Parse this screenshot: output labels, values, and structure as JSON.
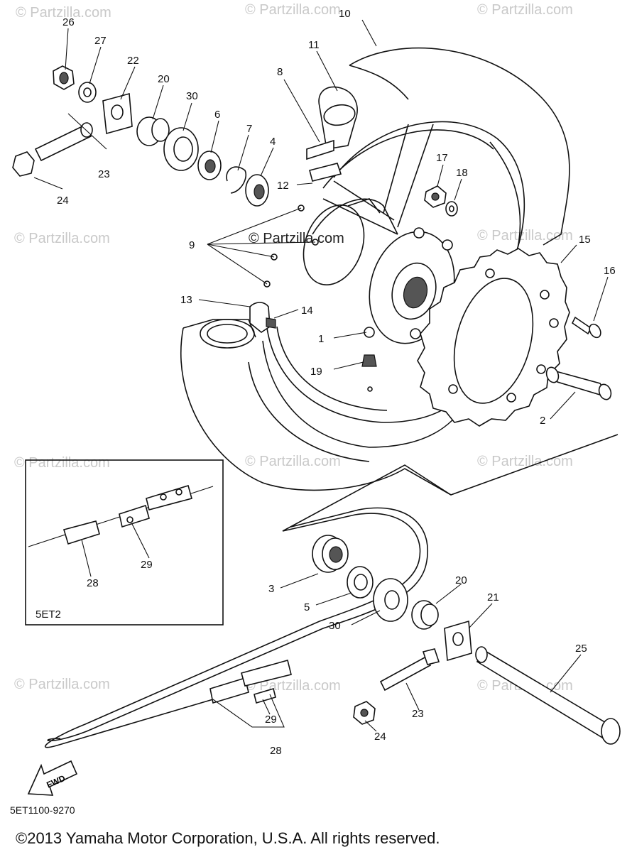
{
  "watermark": "© Partzilla.com",
  "center_watermark": "© Partzilla.com",
  "drawing_code": "5ET1100-9270",
  "inset_label": "5ET2",
  "fwd_label": "FWD",
  "copyright": "©2013  Yamaha Motor Corporation, U.S.A. All rights reserved.",
  "callouts": [
    {
      "id": "c26",
      "text": "26"
    },
    {
      "id": "c27",
      "text": "27"
    },
    {
      "id": "c22",
      "text": "22"
    },
    {
      "id": "c20a",
      "text": "20"
    },
    {
      "id": "c30a",
      "text": "30"
    },
    {
      "id": "c6",
      "text": "6"
    },
    {
      "id": "c7",
      "text": "7"
    },
    {
      "id": "c4",
      "text": "4"
    },
    {
      "id": "c8",
      "text": "8"
    },
    {
      "id": "c11",
      "text": "11"
    },
    {
      "id": "c10",
      "text": "10"
    },
    {
      "id": "c12",
      "text": "12"
    },
    {
      "id": "c17",
      "text": "17"
    },
    {
      "id": "c18",
      "text": "18"
    },
    {
      "id": "c23a",
      "text": "23"
    },
    {
      "id": "c24a",
      "text": "24"
    },
    {
      "id": "c9",
      "text": "9"
    },
    {
      "id": "c15",
      "text": "15"
    },
    {
      "id": "c16",
      "text": "16"
    },
    {
      "id": "c13",
      "text": "13"
    },
    {
      "id": "c14",
      "text": "14"
    },
    {
      "id": "c1",
      "text": "1"
    },
    {
      "id": "c19",
      "text": "19"
    },
    {
      "id": "c2",
      "text": "2"
    },
    {
      "id": "c28a",
      "text": "28"
    },
    {
      "id": "c29a",
      "text": "29"
    },
    {
      "id": "c3",
      "text": "3"
    },
    {
      "id": "c5",
      "text": "5"
    },
    {
      "id": "c30b",
      "text": "30"
    },
    {
      "id": "c20b",
      "text": "20"
    },
    {
      "id": "c21",
      "text": "21"
    },
    {
      "id": "c25",
      "text": "25"
    },
    {
      "id": "c23b",
      "text": "23"
    },
    {
      "id": "c24b",
      "text": "24"
    },
    {
      "id": "c29b",
      "text": "29"
    },
    {
      "id": "c28b",
      "text": "28"
    }
  ]
}
